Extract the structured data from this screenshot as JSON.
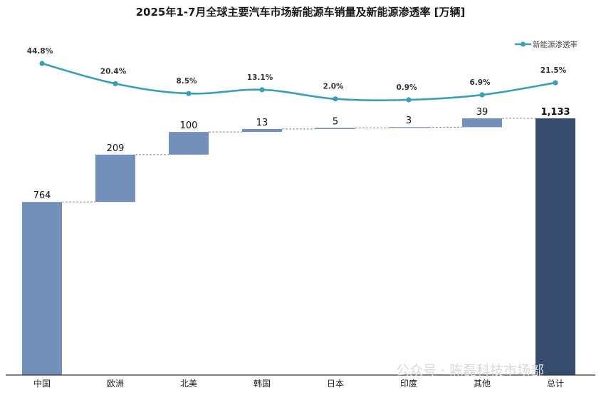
{
  "title": "2025年1-7月全球主要汽车市场新能源车销量及新能源渗透率 [万辆]",
  "watermark": "公众号 · 陈磊科技市场部",
  "colors": {
    "bar": "#7390bb",
    "total": "#364c6c",
    "line": "#3b9fb4",
    "connector": "#8a8a8a",
    "axis": "#333333"
  },
  "chart_data": {
    "type": "bar",
    "subtype": "waterfall",
    "categories": [
      "中国",
      "欧洲",
      "北美",
      "韩国",
      "日本",
      "印度",
      "其他",
      "总计"
    ],
    "series": [
      {
        "name": "",
        "values": [
          764,
          209,
          100,
          13,
          5,
          3,
          39,
          1133
        ],
        "labels": [
          "764",
          "209",
          "100",
          "13",
          "5",
          "3",
          "39",
          "1,133"
        ],
        "total_index": 7
      },
      {
        "name": "新能源渗透率",
        "type": "line",
        "smooth": true,
        "values": [
          44.8,
          20.4,
          8.5,
          13.1,
          2.0,
          0.9,
          6.9,
          21.5
        ],
        "labels": [
          "44.8%",
          "20.4%",
          "8.5%",
          "13.1%",
          "2.0%",
          "0.9%",
          "6.9%",
          "21.5%"
        ]
      }
    ],
    "ylim": [
      0,
      1133
    ],
    "xlabel": "",
    "ylabel": "",
    "grid": false,
    "legend": "top-right"
  }
}
